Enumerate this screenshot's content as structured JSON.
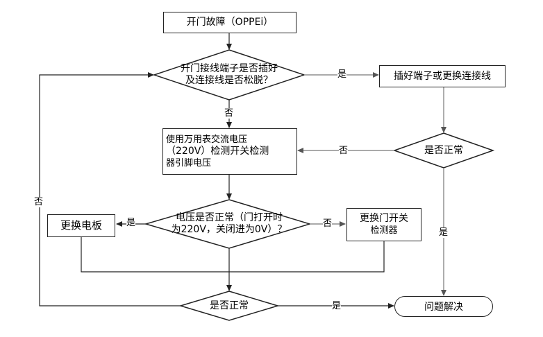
{
  "nodes": {
    "start": "开门故障（OPPEi）",
    "check_wiring": {
      "line1": "开门接线端子是否插好",
      "line2": "及连接线是否松脱？"
    },
    "fix_wiring": "插好端子或更换连接线",
    "is_normal_right": "是否正常",
    "measure": {
      "line1": "使用万用表交流电压",
      "line2": "（220V）检测开关检测",
      "line3": "器引脚电压"
    },
    "voltage_check": {
      "line1": "电压是否正常（门打开时",
      "line2": "为220V，关闭进为0V）？"
    },
    "replace_board": "更换电板",
    "replace_detector": {
      "line1": "更换门开关",
      "line2": "检测器"
    },
    "is_normal_bottom": "是否正常",
    "resolved": "问题解决"
  },
  "labels": {
    "yes": "是",
    "no": "否"
  }
}
